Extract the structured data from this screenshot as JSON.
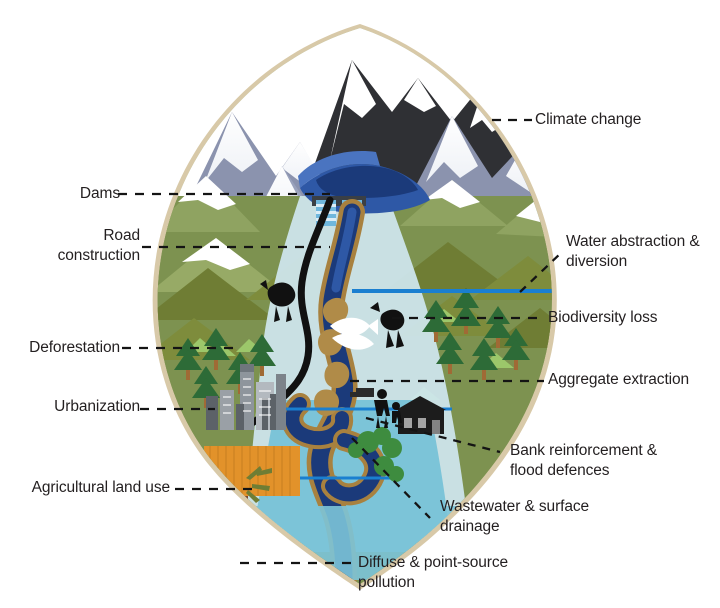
{
  "figure": {
    "kind": "annotated-illustration",
    "subject": "River catchment with human pressures",
    "background_color": "#ffffff",
    "label_text_color": "#231f20",
    "leader_line_color": "#1a1a1a"
  },
  "labels": [
    {
      "id": "climate-change",
      "text": "Climate change",
      "side": "right"
    },
    {
      "id": "dams",
      "text": "Dams",
      "side": "left"
    },
    {
      "id": "road-construction",
      "text": "Road\nconstruction",
      "side": "left"
    },
    {
      "id": "water-abstraction",
      "text": "Water abstraction &\ndiversion",
      "side": "right"
    },
    {
      "id": "biodiversity-loss",
      "text": "Biodiversity loss",
      "side": "right"
    },
    {
      "id": "deforestation",
      "text": "Deforestation",
      "side": "left"
    },
    {
      "id": "aggregate-extraction",
      "text": "Aggregate extraction",
      "side": "right"
    },
    {
      "id": "urbanization",
      "text": "Urbanization",
      "side": "left"
    },
    {
      "id": "bank-reinforcement",
      "text": "Bank reinforcement &\nflood defences",
      "side": "right"
    },
    {
      "id": "agricultural-land-use",
      "text": "Agricultural land use",
      "side": "left"
    },
    {
      "id": "wastewater",
      "text": "Wastewater & surface\ndrainage",
      "side": "right"
    },
    {
      "id": "diffuse-pollution",
      "text": "Diffuse & point-source\npollution",
      "side": "right"
    }
  ],
  "palette": {
    "mountain_dark": "#2f3034",
    "mountain_slate": "#8b93ae",
    "snow": "#ffffff",
    "snow_shadow": "#e8ebf2",
    "upland_green": "#7d9250",
    "mid_green": "#8fa361",
    "olive_green": "#7e8c3c",
    "dark_olive": "#6f7d34",
    "light_green": "#9cb46a",
    "pale_green": "#b9cf8c",
    "river_deep": "#1b3a7a",
    "river_mid": "#2e58a6",
    "shallow_blue": "#7cc4d8",
    "pale_blue": "#bfe0ec",
    "sediment_tan": "#a8813f",
    "floodplain_edge": "#d8c9a8",
    "crop_orange": "#e2922a",
    "tilled_brown": "#7a4a33",
    "road_black": "#111111",
    "building_grey": "#9aa0a6",
    "building_dark": "#5c6268",
    "tree_green": "#2d6b37",
    "abstraction_blue": "#1a7fd0"
  },
  "scene_elements": [
    {
      "name": "snow-capped-mountains",
      "zone": "headwaters"
    },
    {
      "name": "dam-structure",
      "zone": "upper-catchment"
    },
    {
      "name": "reservoir",
      "zone": "upper-catchment"
    },
    {
      "name": "winding-road",
      "zone": "upper-catchment"
    },
    {
      "name": "conifer-forest",
      "zone": "mid-catchment"
    },
    {
      "name": "rolling-hills",
      "zone": "mid-catchment"
    },
    {
      "name": "river-channel",
      "zone": "all"
    },
    {
      "name": "sediment-bars",
      "zone": "mid-catchment"
    },
    {
      "name": "fish",
      "zone": "mid-catchment"
    },
    {
      "name": "wildlife-figures",
      "zone": "mid-catchment"
    },
    {
      "name": "abstraction-pipe",
      "zone": "mid-catchment"
    },
    {
      "name": "city-skyline",
      "zone": "lower-catchment"
    },
    {
      "name": "farm-crop-field",
      "zone": "lower-catchment"
    },
    {
      "name": "tilled-field",
      "zone": "lower-catchment"
    },
    {
      "name": "houses",
      "zone": "lower-catchment"
    },
    {
      "name": "people-figures",
      "zone": "lower-catchment"
    },
    {
      "name": "riparian-trees",
      "zone": "lower-catchment"
    },
    {
      "name": "estuary-floodplain",
      "zone": "outlet"
    }
  ]
}
